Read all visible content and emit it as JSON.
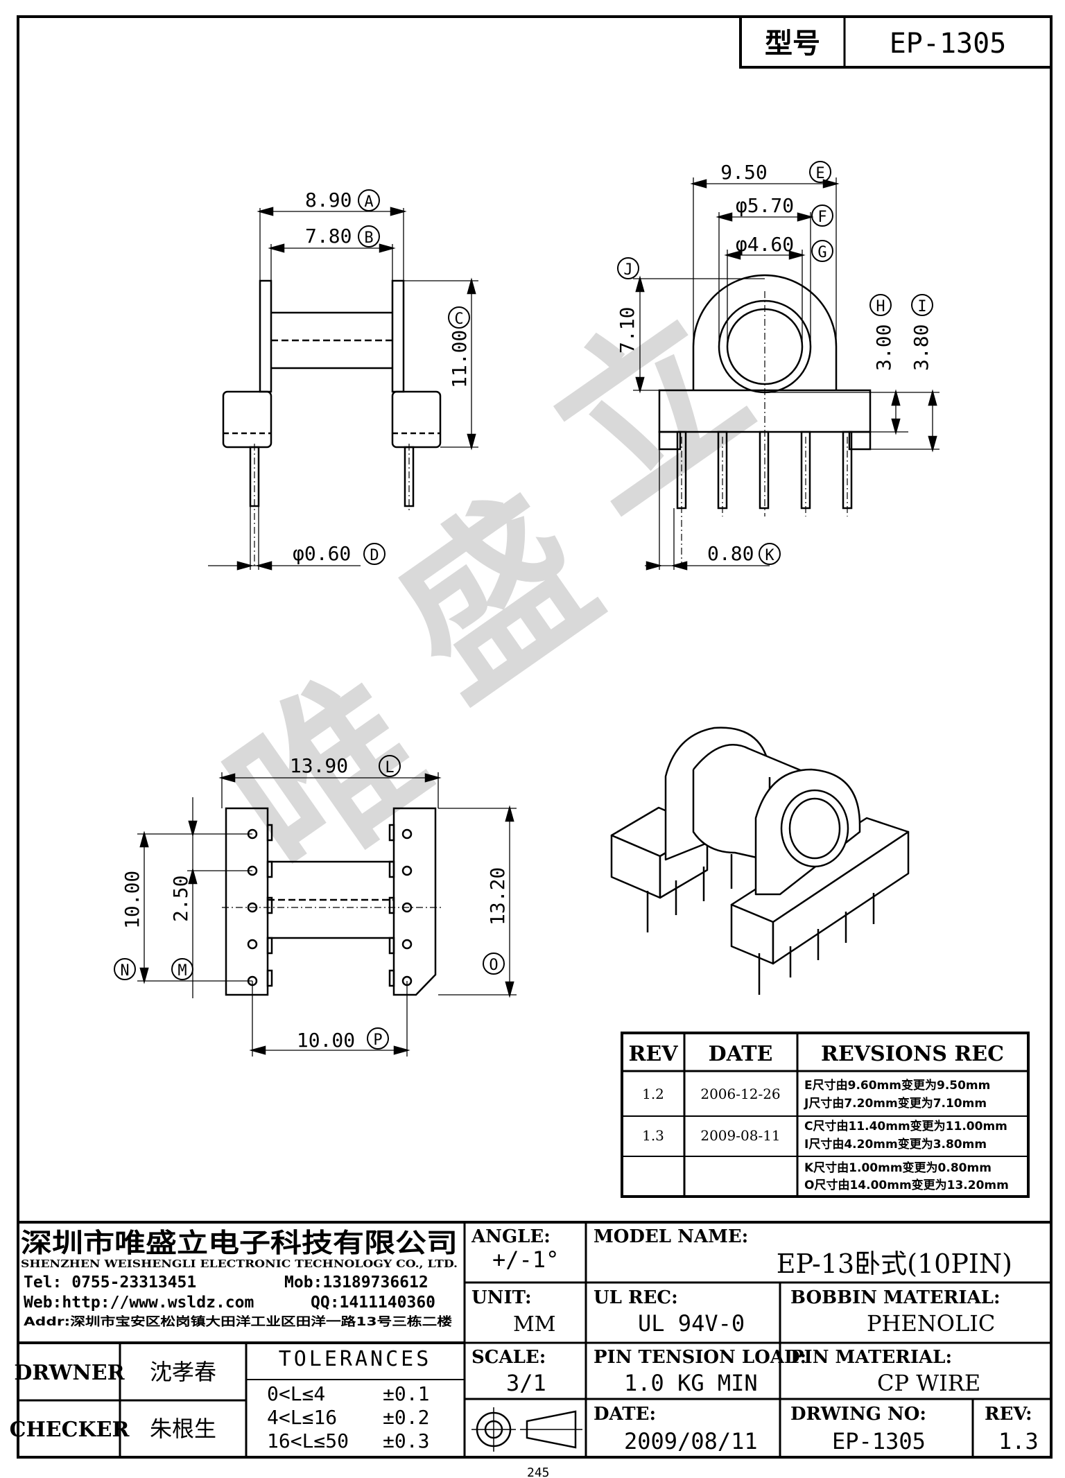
{
  "header": {
    "model_label": "型号",
    "model_value": "EP-1305"
  },
  "watermark": [
    "唯",
    "盛",
    "立"
  ],
  "dimensions": {
    "A": "8.90",
    "B": "7.80",
    "C": "11.00",
    "D": "φ0.60",
    "E": "9.50",
    "F": "φ5.70",
    "G": "φ4.60",
    "H": "3.00",
    "I": "3.80",
    "J": "7.10",
    "K": "0.80",
    "L": "13.90",
    "M": "2.50",
    "N": "10.00",
    "O": "13.20",
    "P": "10.00"
  },
  "dim_letters": [
    "A",
    "B",
    "C",
    "D",
    "E",
    "F",
    "G",
    "H",
    "I",
    "J",
    "K",
    "L",
    "M",
    "N",
    "O",
    "P"
  ],
  "revisions": {
    "headers": [
      "REV",
      "DATE",
      "REVSIONS REC"
    ],
    "rows": [
      {
        "rev": "1.2",
        "date": "2006-12-26",
        "notes": [
          "E尺寸由9.60mm变更为9.50mm",
          "J尺寸由7.20mm变更为7.10mm"
        ]
      },
      {
        "rev": "1.3",
        "date": "2009-08-11",
        "notes": [
          "C尺寸由11.40mm变更为11.00mm",
          "I尺寸由4.20mm变更为3.80mm"
        ]
      },
      {
        "rev": "",
        "date": "",
        "notes": [
          "K尺寸由1.00mm变更为0.80mm",
          "O尺寸由14.00mm变更为13.20mm"
        ]
      }
    ]
  },
  "company": {
    "name_cn": "深圳市唯盛立电子科技有限公司",
    "name_en": "SHENZHEN WEISHENGLI ELECTRONIC TECHNOLOGY CO., LTD.",
    "tel": "Tel: 0755-23313451",
    "mob": "Mob:13189736612",
    "web": "Web:http://www.wsldz.com",
    "qq": "QQ:1411140360",
    "addr": "Addr:深圳市宝安区松岗镇大田洋工业区田洋一路13号三栋二楼"
  },
  "title_block": {
    "angle_label": "ANGLE:",
    "angle_value": "+/-1°",
    "model_name_label": "MODEL NAME:",
    "model_name_value": "EP-13卧式(10PIN)",
    "unit_label": "UNIT:",
    "unit_value": "MM",
    "ul_label": "UL REC:",
    "ul_value": "UL 94V-0",
    "bobbin_label": "BOBBIN MATERIAL:",
    "bobbin_value": "PHENOLIC",
    "scale_label": "SCALE:",
    "scale_value": "3/1",
    "pin_tension_label": "PIN TENSION LOAD:",
    "pin_tension_value": "1.0 KG MIN",
    "pin_material_label": "PIN MATERIAL:",
    "pin_material_value": "CP WIRE",
    "date_label": "DATE:",
    "date_value": "2009/08/11",
    "drwing_no_label": "DRWING NO:",
    "drwing_no_value": "EP-1305",
    "rev_label": "REV:",
    "rev_value": "1.3",
    "drwner_label": "DRWNER",
    "drwner_value": "沈孝春",
    "checker_label": "CHECKER",
    "checker_value": "朱根生",
    "tolerances_label": "TOLERANCES",
    "tolerances": [
      {
        "range": "0<L≤4",
        "value": "±0.1"
      },
      {
        "range": "4<L≤16",
        "value": "±0.2"
      },
      {
        "range": "16<L≤50",
        "value": "±0.3"
      }
    ]
  },
  "footer_fragment": "245"
}
